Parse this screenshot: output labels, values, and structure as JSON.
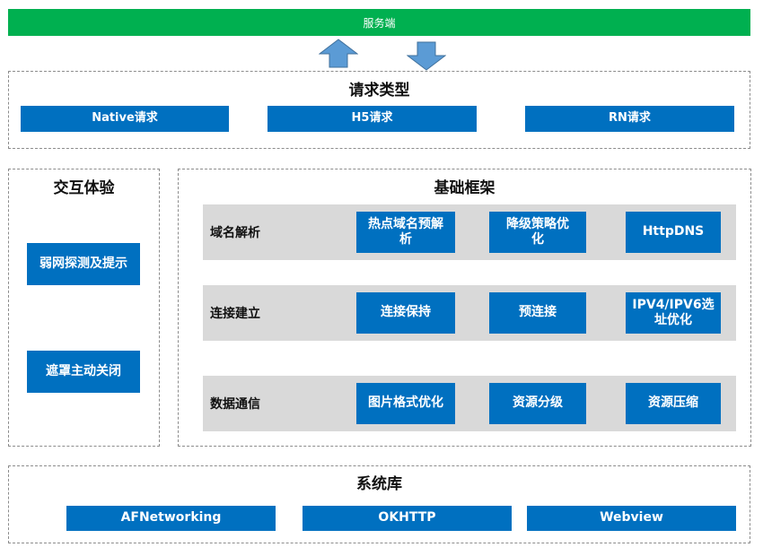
{
  "server": {
    "label": "服务端"
  },
  "request_types": {
    "title": "请求类型",
    "items": [
      "Native请求",
      "H5请求",
      "RN请求"
    ]
  },
  "interaction": {
    "title": "交互体验",
    "items": [
      "弱网探测及提示",
      "遮罩主动关闭"
    ]
  },
  "framework": {
    "title": "基础框架",
    "rows": [
      {
        "label": "域名解析",
        "items": [
          "热点域名预解析",
          "降级策略优化",
          "HttpDNS"
        ]
      },
      {
        "label": "连接建立",
        "items": [
          "连接保持",
          "预连接",
          "IPV4/IPV6选址优化"
        ]
      },
      {
        "label": "数据通信",
        "items": [
          "图片格式优化",
          "资源分级",
          "资源压缩"
        ]
      }
    ]
  },
  "system_lib": {
    "title": "系统库",
    "items": [
      "AFNetworking",
      "OKHTTP",
      "Webview"
    ]
  },
  "colors": {
    "green": "#00b050",
    "blue": "#0070c0",
    "arrow": "#5b9bd5",
    "band": "#d9d9d9"
  }
}
